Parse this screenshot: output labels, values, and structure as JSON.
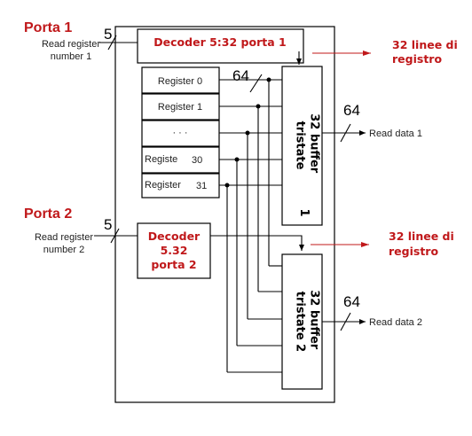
{
  "ports": {
    "port1": "Porta 1",
    "port2": "Porta 2"
  },
  "inputs": {
    "read_register_1": [
      "Read register",
      "number 1"
    ],
    "read_register_2": [
      "Read register",
      "number 2"
    ],
    "width_in_1": "5",
    "width_in_2": "5"
  },
  "decoders": {
    "decoder1": "Decoder 5:32 porta 1",
    "decoder2": [
      "Decoder",
      "5.32",
      "porta 2"
    ]
  },
  "registers": [
    {
      "label": "Register 0",
      "num": ""
    },
    {
      "label": "Register 1",
      "num": ""
    },
    {
      "label": "· · ·",
      "num": ""
    },
    {
      "label": "Registe",
      "num": "30"
    },
    {
      "label": "Register",
      "num": "31"
    }
  ],
  "bus_width": "64",
  "buffers": {
    "buffer1": [
      "32 buffer",
      "tristate",
      "1"
    ],
    "buffer2": [
      "32 buffer",
      "tristate 2"
    ]
  },
  "outputs": {
    "width_out_1": "64",
    "width_out_2": "64",
    "read_data_1": "Read data 1",
    "read_data_2": "Read data 2"
  },
  "annotations": {
    "lines1": [
      "32 linee di",
      "registro"
    ],
    "lines2": [
      "32 linee di",
      "registro"
    ]
  },
  "colors": {
    "accent": "#c0181a",
    "line": "#000000"
  }
}
